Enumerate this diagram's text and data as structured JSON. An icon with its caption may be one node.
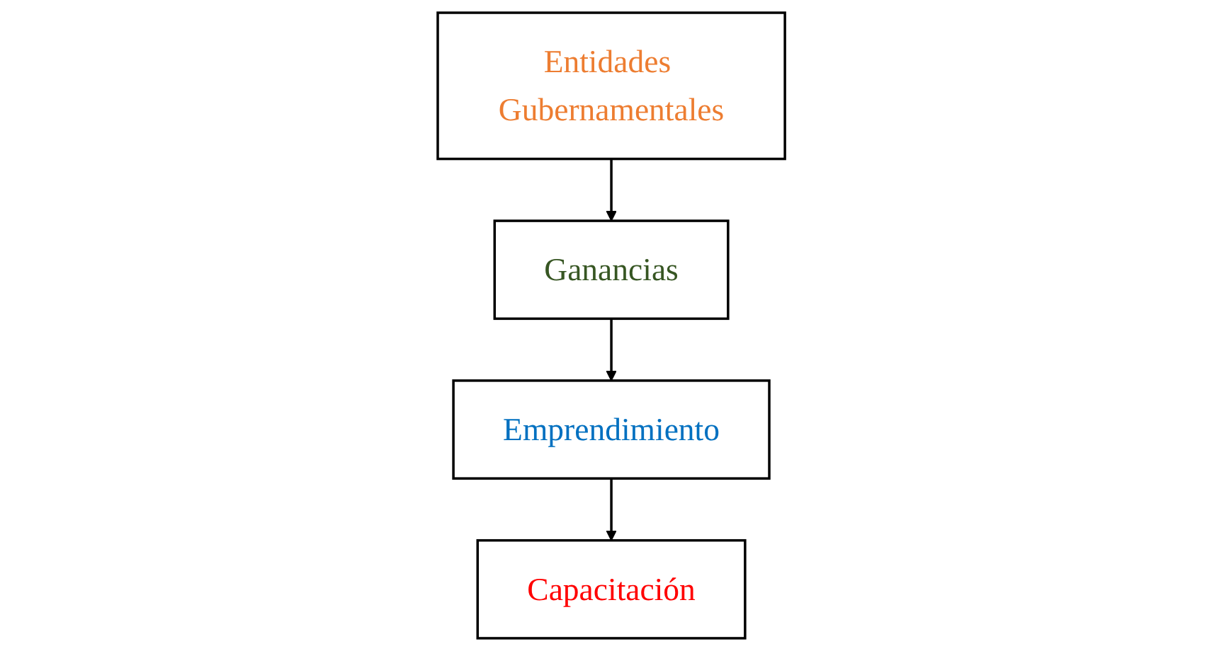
{
  "diagram": {
    "nodes": [
      {
        "text": [
          "Entidades Gubernamentales"
        ]
      },
      {
        "text": [
          "Ganancias"
        ]
      },
      {
        "text": [
          "Emprendimiento"
        ]
      },
      {
        "text": [
          "Capacitación"
        ]
      }
    ],
    "edges": [
      {
        "from": 0,
        "to": 1,
        "arrow": "to"
      },
      {
        "from": 1,
        "to": 2,
        "arrow": "to"
      },
      {
        "from": 2,
        "to": 3,
        "arrow": "to"
      }
    ]
  }
}
